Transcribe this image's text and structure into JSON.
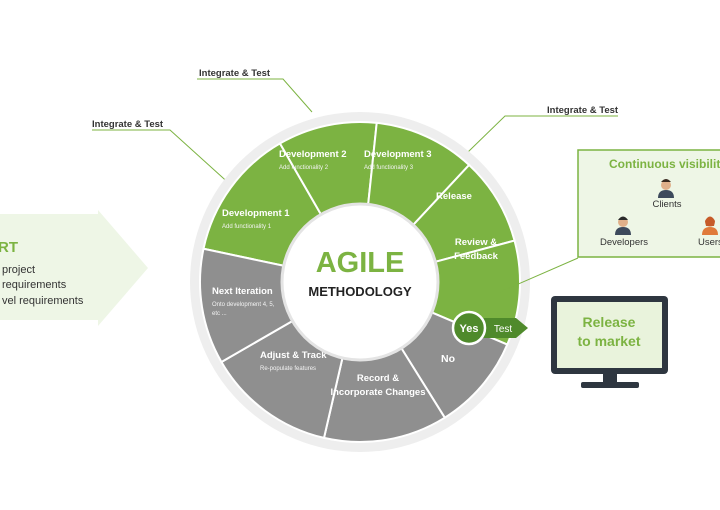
{
  "center": {
    "title": "AGILE",
    "subtitle": "METHODOLOGY"
  },
  "segments": [
    {
      "title_lines": [
        "Development 1"
      ],
      "sub_lines": [
        "Add functionality 1"
      ]
    },
    {
      "title_lines": [
        "Development 2"
      ],
      "sub_lines": [
        "Add functionality 2"
      ]
    },
    {
      "title_lines": [
        "Development 3"
      ],
      "sub_lines": [
        "Add functionality 3"
      ]
    },
    {
      "title_lines": [
        "Release"
      ],
      "sub_lines": []
    },
    {
      "title_lines": [
        "Review &",
        "Feedback"
      ],
      "sub_lines": []
    },
    {
      "title_lines": [
        "No"
      ],
      "sub_lines": []
    },
    {
      "title_lines": [
        "Record &",
        "Incorporate Changes"
      ],
      "sub_lines": []
    },
    {
      "title_lines": [
        "Adjust & Track"
      ],
      "sub_lines": [
        "Re-populate features"
      ]
    },
    {
      "title_lines": [
        "Next Iteration"
      ],
      "sub_lines": [
        "Onto development 4, 5,",
        "etc ..."
      ]
    }
  ],
  "callouts": {
    "integrate_test_1": "Integrate & Test",
    "integrate_test_2": "Integrate & Test",
    "integrate_test_3": "Integrate & Test"
  },
  "start_panel": {
    "title": "RT",
    "lines": [
      "project",
      "requirements",
      "vel requirements"
    ]
  },
  "visibility_panel": {
    "title": "Continuous visibility",
    "roles": [
      "Clients",
      "Developers",
      "Users"
    ]
  },
  "decision": {
    "yes_label": "Yes",
    "test_label": "Test"
  },
  "release_monitor": {
    "lines": [
      "Release",
      "to market"
    ]
  },
  "colors": {
    "green": "#7cb342",
    "green_dark": "#4f8a2b",
    "gray": "#8f8f8f",
    "panel_bg": "#eef6e6",
    "monitor_dark": "#2e3640",
    "monitor_screen": "#e9f3dc"
  }
}
